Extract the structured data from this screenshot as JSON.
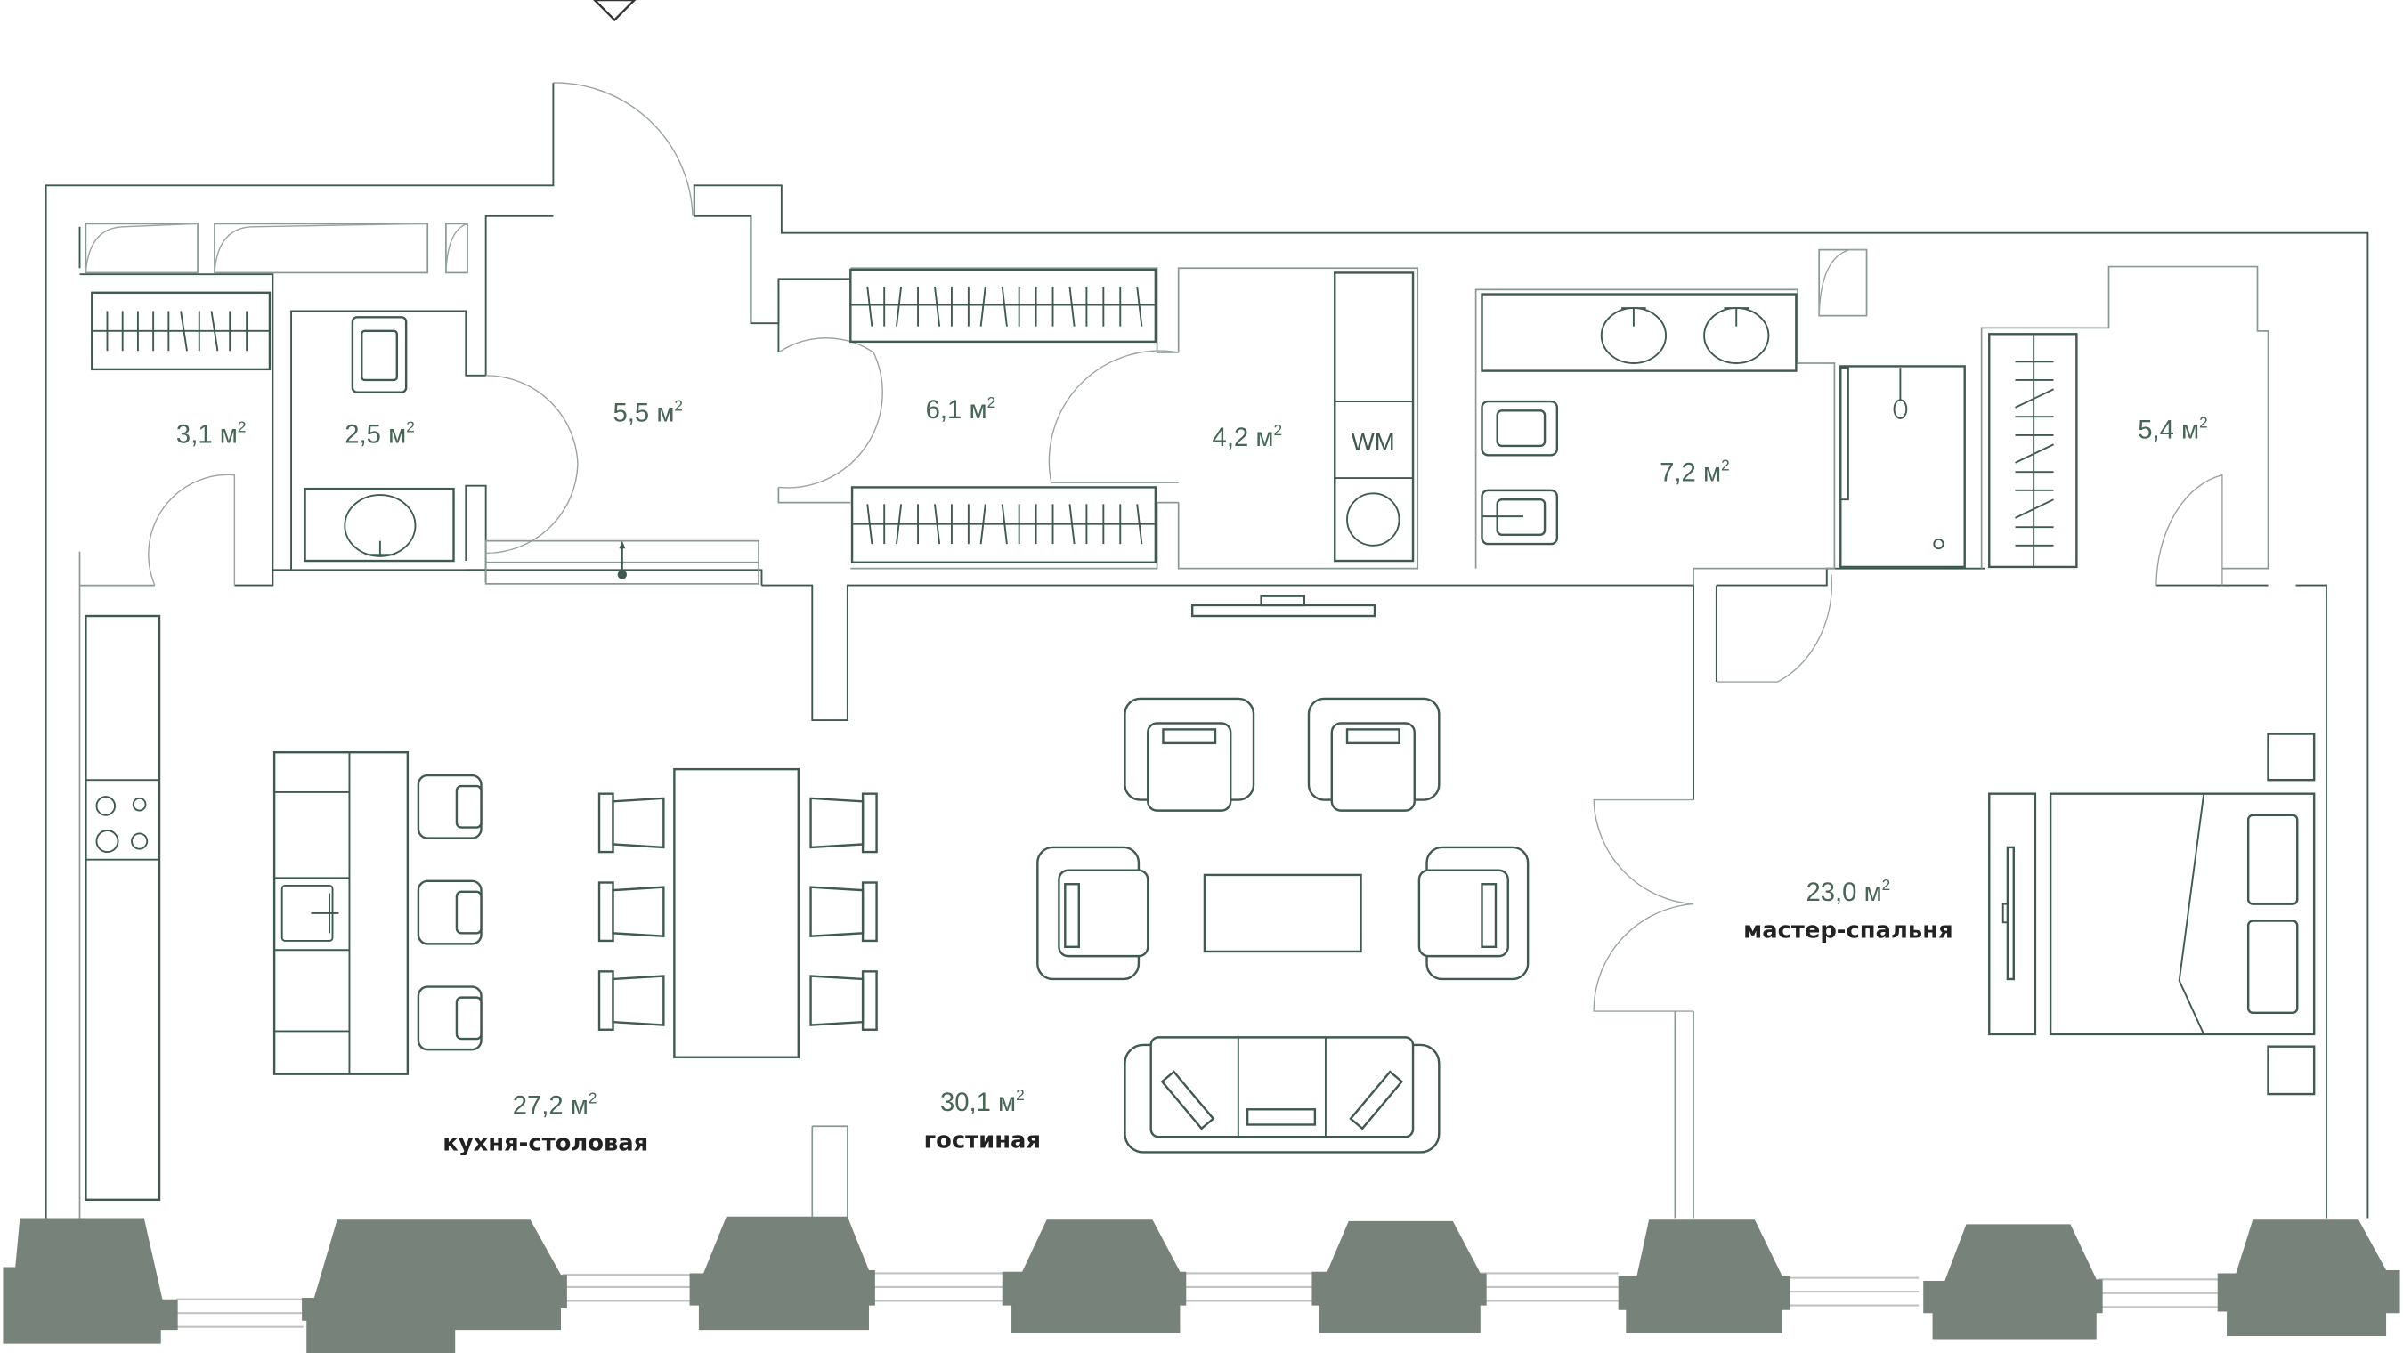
{
  "plan": {
    "title": "Apartment floor plan",
    "area_unit": "м",
    "area_exp": "2",
    "colors": {
      "wall": "#3f5a4f",
      "pillar": "#77827b",
      "area_text": "#466658",
      "room_name_text": "#222222"
    },
    "entrance_icon": "entrance-triangle-icon"
  },
  "rooms": [
    {
      "id": "closet-left",
      "area": "3,1",
      "name": ""
    },
    {
      "id": "wc",
      "area": "2,5",
      "name": ""
    },
    {
      "id": "hall",
      "area": "5,5",
      "name": ""
    },
    {
      "id": "wardrobe",
      "area": "6,1",
      "name": ""
    },
    {
      "id": "laundry",
      "area": "4,2",
      "name": ""
    },
    {
      "id": "bathroom",
      "area": "7,2",
      "name": ""
    },
    {
      "id": "dressing",
      "area": "5,4",
      "name": ""
    },
    {
      "id": "kitchen-dining",
      "area": "27,2",
      "name": "кухня-столовая"
    },
    {
      "id": "living",
      "area": "30,1",
      "name": "гостиная"
    },
    {
      "id": "master-bedroom",
      "area": "23,0",
      "name": "мастер-спальня"
    }
  ],
  "fixtures": {
    "washing_machine_label": "WM"
  }
}
